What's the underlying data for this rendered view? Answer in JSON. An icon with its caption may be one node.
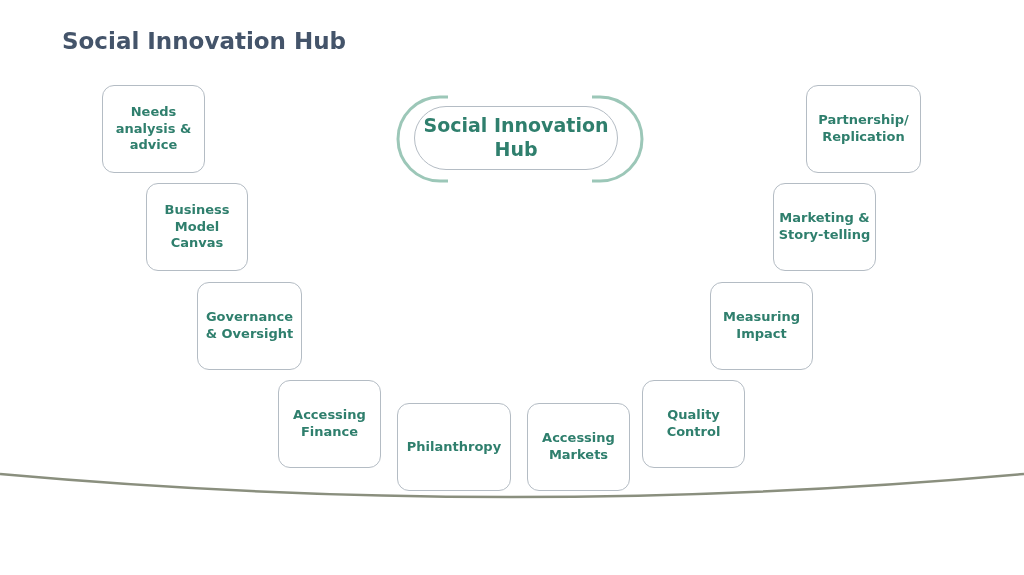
{
  "diagram": {
    "title": "Social Innovation Hub",
    "nodes": [
      {
        "text": [
          "Social Innovation Hub"
        ]
      },
      {
        "text": [
          "Needs analysis & advice"
        ]
      },
      {
        "text": [
          "Business Model Canvas"
        ]
      },
      {
        "text": [
          "Governance & Oversight"
        ]
      },
      {
        "text": [
          "Accessing Finance"
        ]
      },
      {
        "text": [
          "Philanthropy"
        ]
      },
      {
        "text": [
          "Accessing Markets"
        ]
      },
      {
        "text": [
          "Quality Control"
        ]
      },
      {
        "text": [
          "Measuring Impact"
        ]
      },
      {
        "text": [
          "Marketing & Story-telling"
        ]
      },
      {
        "text": [
          "Partnership/ Replication"
        ]
      }
    ]
  }
}
